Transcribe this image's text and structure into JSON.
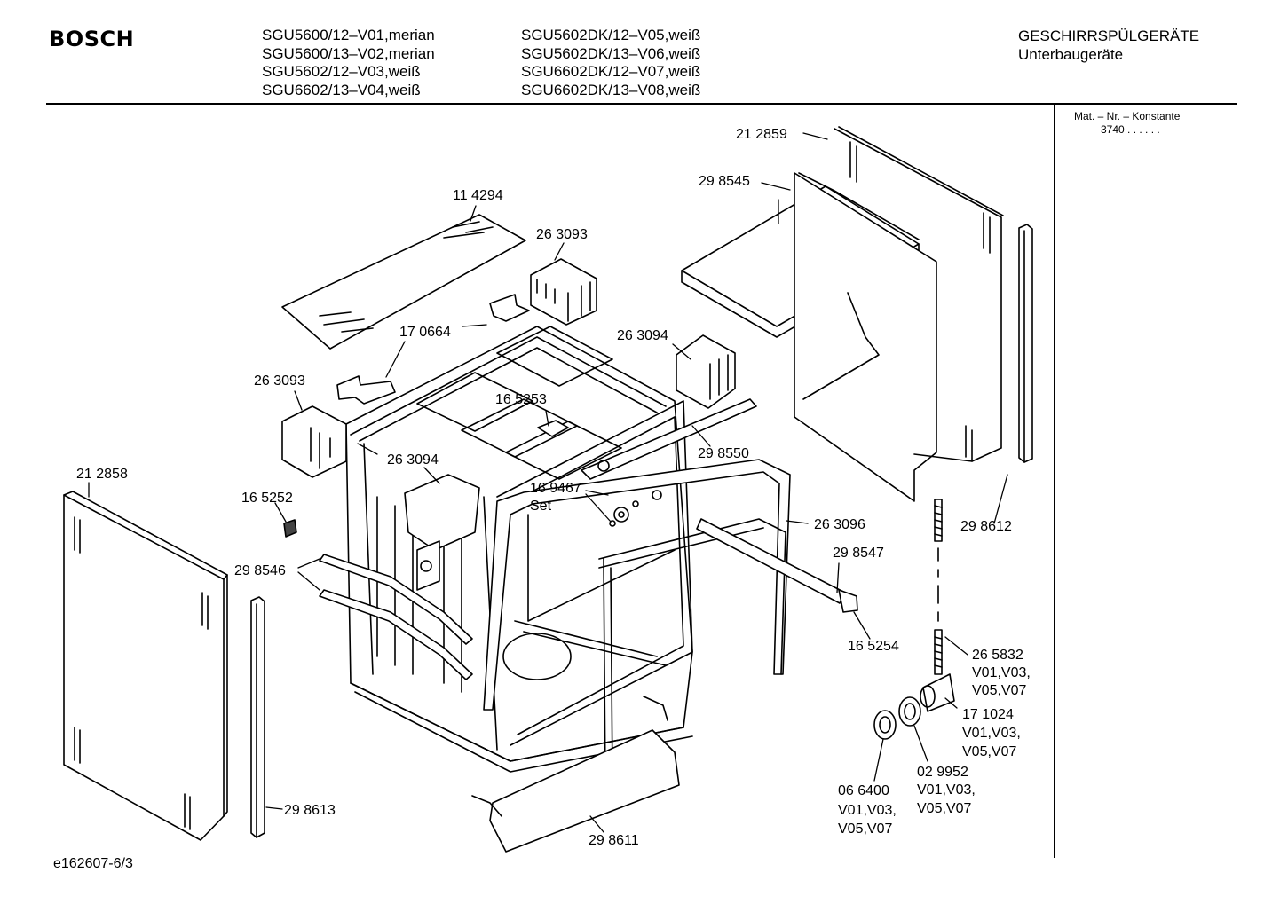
{
  "header": {
    "brand": "BOSCH",
    "models_col1": [
      "SGU5600/12–V01,merian",
      "SGU5600/13–V02,merian",
      "SGU5602/12–V03,weiß",
      "SGU6602/13–V04,weiß"
    ],
    "models_col2": [
      "SGU5602DK/12–V05,weiß",
      "SGU5602DK/13–V06,weiß",
      "SGU6602DK/12–V07,weiß",
      "SGU6602DK/13–V08,weiß"
    ],
    "category": "GESCHIRRSPÜLGERÄTE",
    "subcategory": "Unterbaugeräte"
  },
  "side_panel": {
    "title": "Mat. – Nr. – Konstante",
    "value": "3740  .   .   .   .   .   ."
  },
  "parts": [
    "21 2859",
    "29 8545",
    "11 4294",
    "26 3093",
    "17 0664",
    "26 3094",
    "26 3093",
    "16 5253",
    "29 8550",
    "26 3094",
    "16 9467",
    "Set",
    "21 2858",
    "16 5252",
    "26 3096",
    "29 8612",
    "29 8547",
    "29 8546",
    "16 5254",
    "26 5832",
    "V01,V03,",
    "V05,V07",
    "17 1024",
    "V01,V03,",
    "V05,V07",
    "02 9952",
    "V01,V03,",
    "V05,V07",
    "06 6400",
    "V01,V03,",
    "V05,V07",
    "29 8613",
    "29 8611"
  ],
  "footer": {
    "drawing_id": "e162607-6/3"
  }
}
